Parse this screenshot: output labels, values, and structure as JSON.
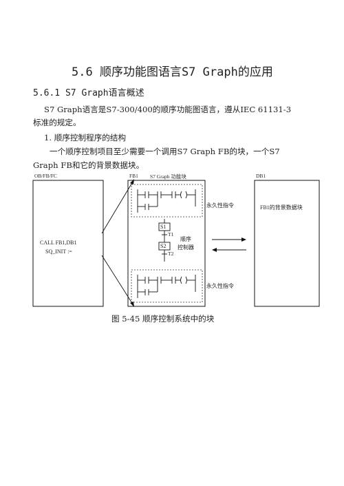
{
  "heading": "5.6  顺序功能图语言S7 Graph的应用",
  "subheading": "5.6.1  S7 Graph语言概述",
  "paragraph1_line1": "S7 Graph语言是S7-300/400的顺序功能图语言，遵从IEC 61131-3",
  "paragraph1_line2": "标准的规定。",
  "item1": "1. 顺序控制程序的结构",
  "paragraph2_line1": "一个顺序控制项目至少需要一个调用S7 Graph FB的块，一个S7",
  "paragraph2_line2": "Graph FB和它的背景数据块。",
  "figure": {
    "label_ob": "OB/FB/FC",
    "label_fb1": "FB1",
    "label_fb1_desc": "S7 Graph 功能块",
    "label_db1": "DB1",
    "call_line1": "CALL FB1,DB1",
    "call_line2": "SQ_INIT :=",
    "permanent_top": "永久性指令",
    "permanent_bottom": "永久性指令",
    "step1": "S1",
    "trans1": "T1",
    "step2": "S2",
    "trans2": "T2",
    "sequencer_line1": "顺序",
    "sequencer_line2": "控制器",
    "db_text": "FB1的背景数据块",
    "caption": "图 5-45  顺序控制系统中的块"
  }
}
